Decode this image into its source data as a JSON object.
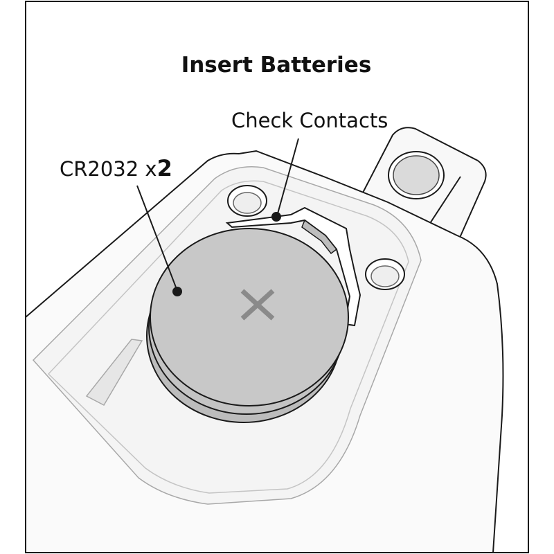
{
  "diagram": {
    "title": "Insert Batteries",
    "labels": {
      "contacts": "Check Contacts",
      "battery_model": "CR2032 x",
      "battery_count": "2"
    },
    "icons": {
      "battery_mark": "x-mark-icon"
    },
    "colors": {
      "outline": "#1a1a1a",
      "battery_fill": "#c8c8c8",
      "battery_edge": "#b4b4b4",
      "tray_fill": "#f5f5f5",
      "device_fill": "#fafafa",
      "mark": "#8a8a8a",
      "background": "#ffffff"
    }
  }
}
